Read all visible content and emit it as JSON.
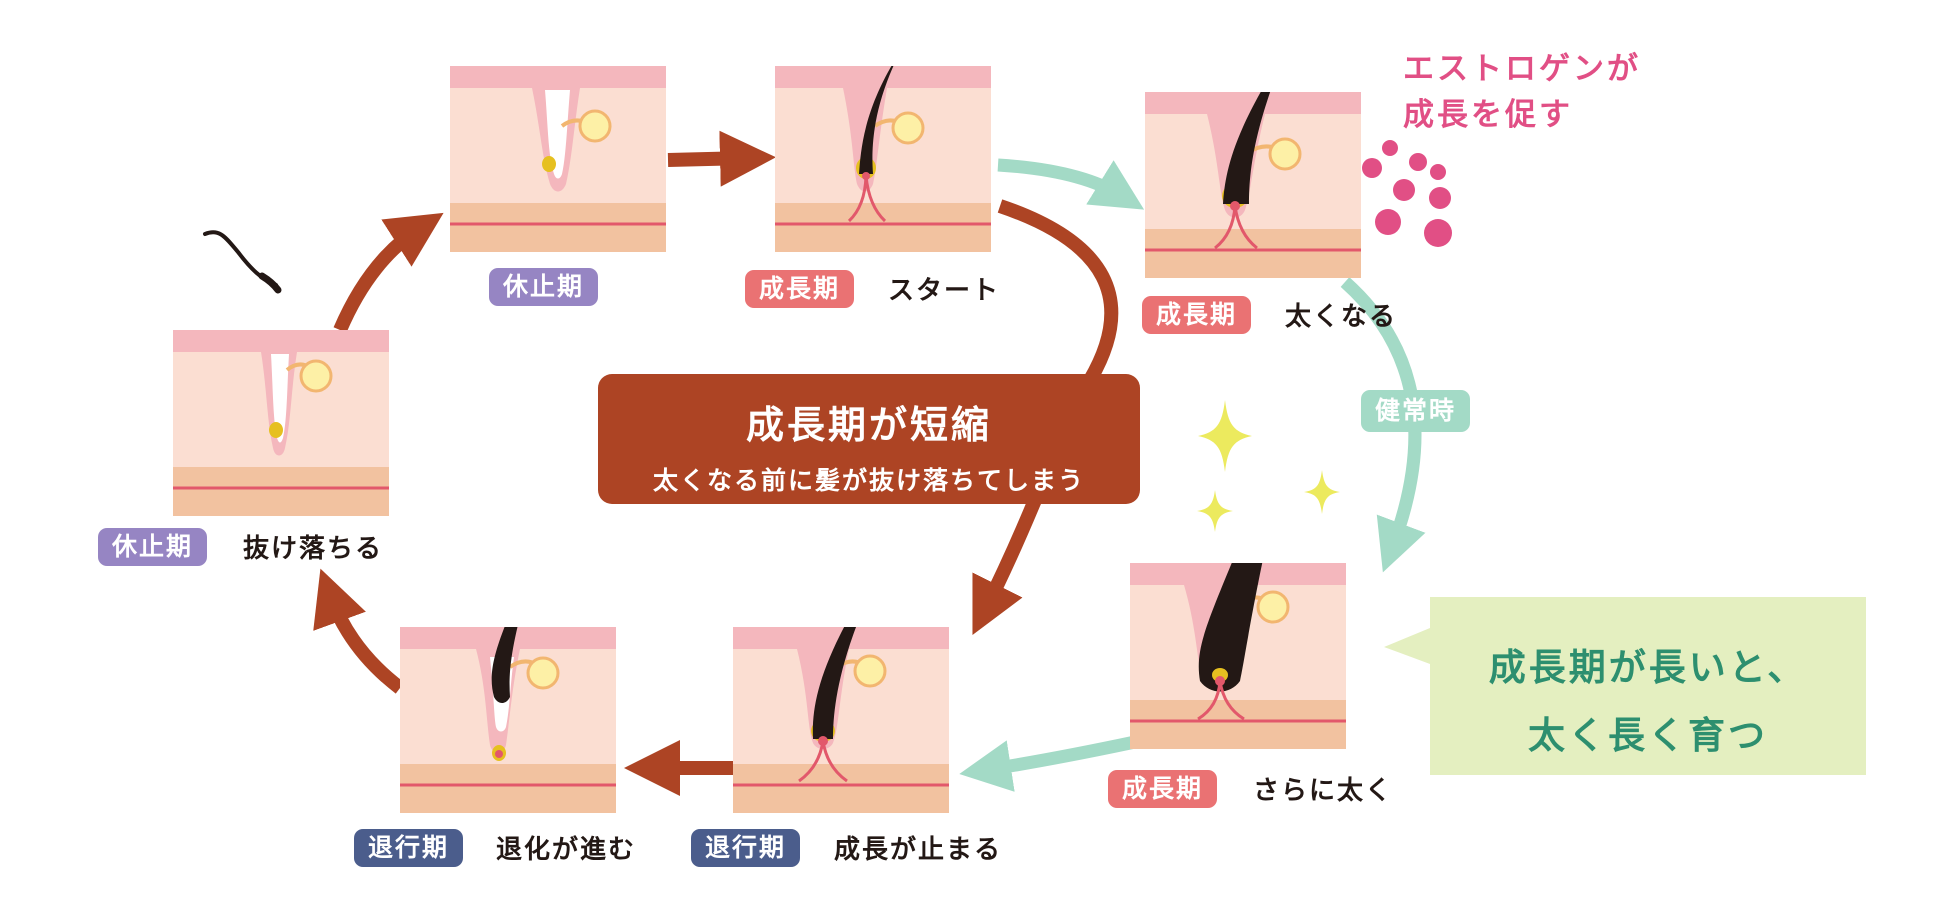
{
  "stages": {
    "rest_top": {
      "badge": "休止期",
      "caption": ""
    },
    "grow_start": {
      "badge": "成長期",
      "caption": "スタート"
    },
    "grow_thick": {
      "badge": "成長期",
      "caption": "太くなる"
    },
    "grow_thicker": {
      "badge": "成長期",
      "caption": "さらに太く"
    },
    "reg_stop": {
      "badge": "退行期",
      "caption": "成長が止まる"
    },
    "reg_progress": {
      "badge": "退行期",
      "caption": "退化が進む"
    },
    "rest_fall": {
      "badge": "休止期",
      "caption": "抜け落ちる"
    }
  },
  "estrogen": {
    "line1": "エストロゲンが",
    "line2": "成長を促す"
  },
  "callout": {
    "title": "成長期が短縮",
    "subtitle": "太くなる前に髪が抜け落ちてしまう"
  },
  "healthy_label": "健常時",
  "long_growth": {
    "line1": "成長期が長いと、",
    "line2": "太く長く育つ"
  },
  "colors": {
    "rest": "#9685c3",
    "growth": "#ea7273",
    "regression": "#4b5d8c",
    "arrow_brown": "#ad4424",
    "arrow_mint": "#a3dac6",
    "estrogen_pink": "#e14f85",
    "green_text": "#2d8f6f",
    "green_box": "#e4efc0",
    "sparkle": "#ecea5e"
  }
}
